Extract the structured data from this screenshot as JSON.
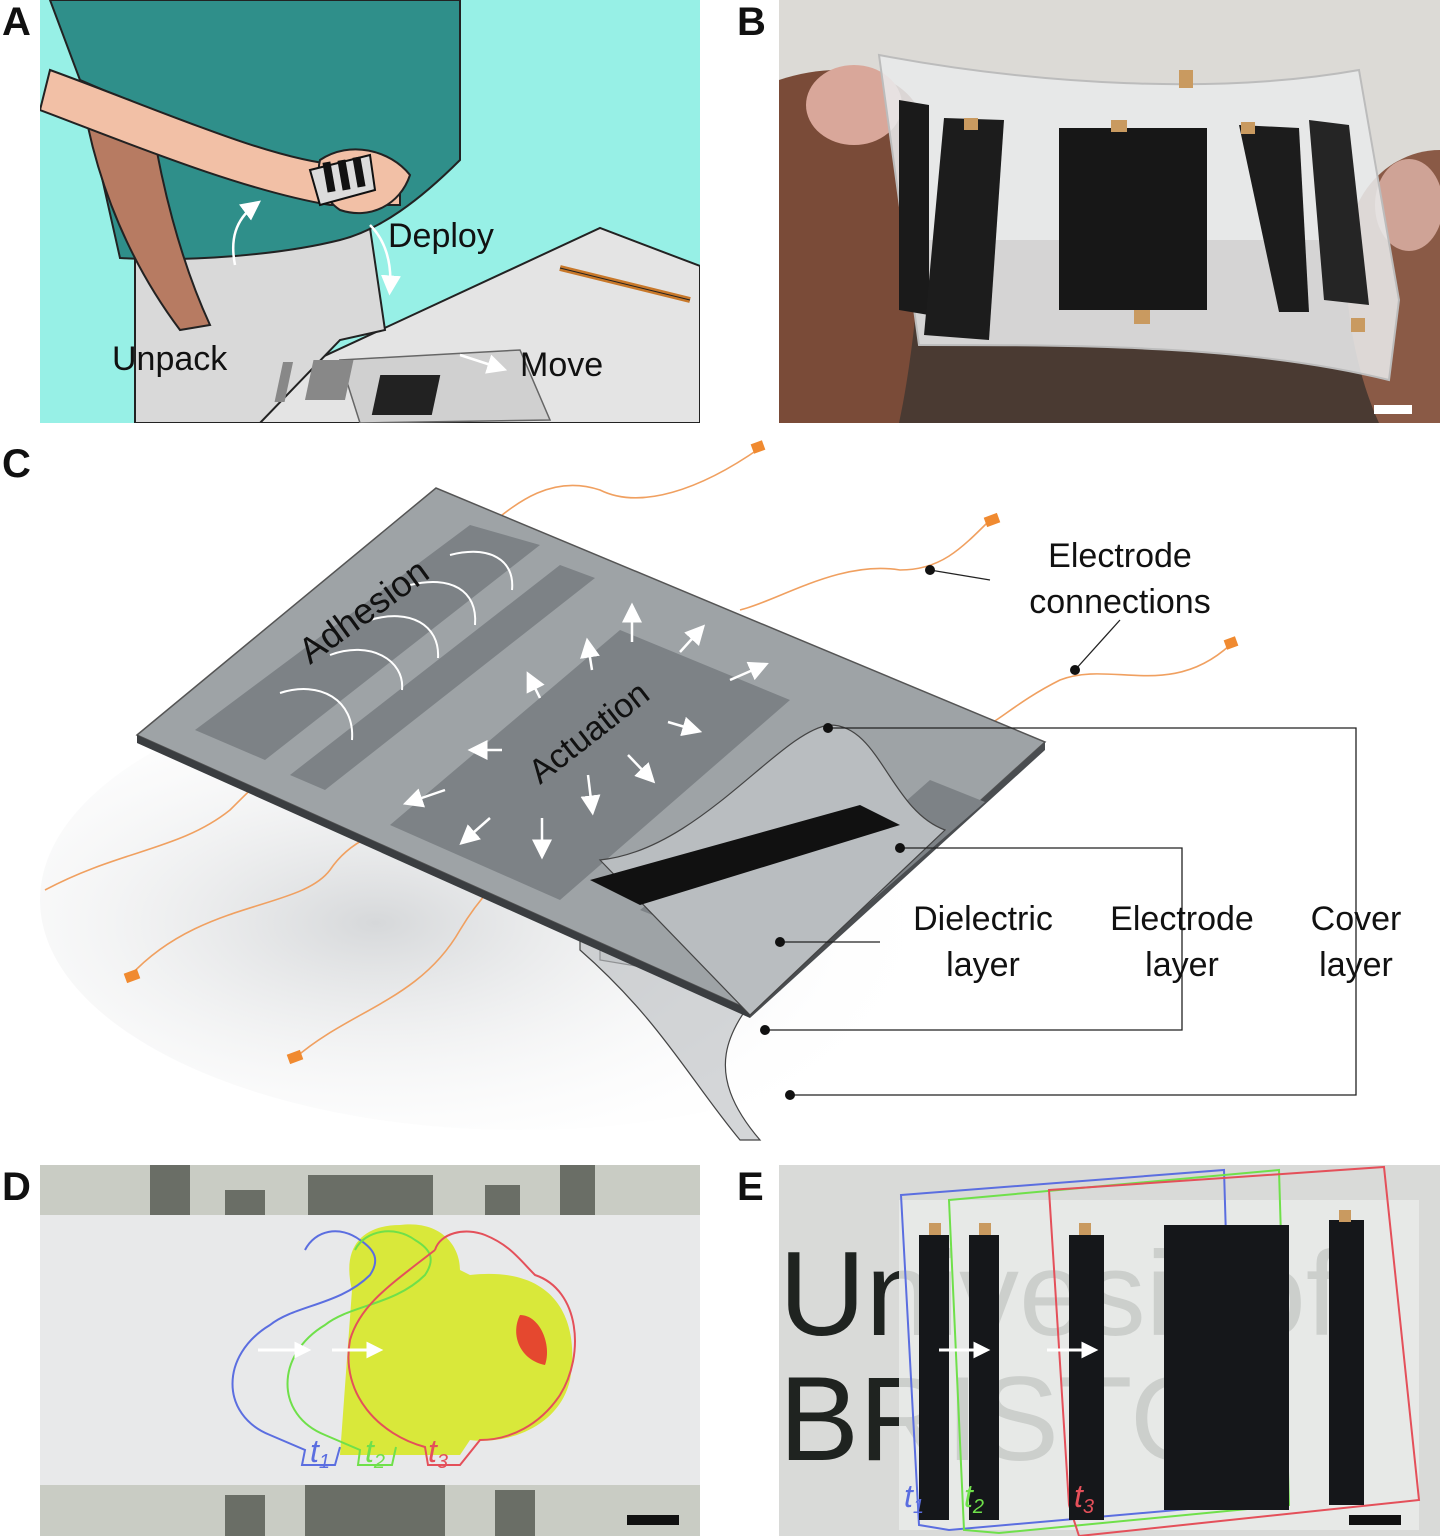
{
  "panels": {
    "a": {
      "letter": "A",
      "labels": {
        "deploy": "Deploy",
        "unpack": "Unpack",
        "move": "Move"
      }
    },
    "b": {
      "letter": "B"
    },
    "c": {
      "letter": "C",
      "labels": {
        "adhesion": "Adhesion",
        "actuation": "Actuation",
        "electrode_connections_1": "Electrode",
        "electrode_connections_2": "connections",
        "dielectric_1": "Dielectric",
        "dielectric_2": "layer",
        "electrode_1": "Electrode",
        "electrode_2": "layer",
        "cover_1": "Cover",
        "cover_2": "layer"
      }
    },
    "d": {
      "letter": "D",
      "times": [
        "t1",
        "t2",
        "t3"
      ]
    },
    "e": {
      "letter": "E",
      "times": [
        "t1",
        "t2",
        "t3"
      ],
      "background_text": {
        "line1": "Univesit of",
        "line2": "BRISTOL"
      }
    }
  },
  "colors": {
    "panel_a_bg": "#97f0e6",
    "t1": "#5b6ee0",
    "t2": "#6fe04a",
    "t3": "#e4505a",
    "wire": "#f0a060",
    "pad": "#f08a30"
  },
  "subscripts": {
    "s1": "1",
    "s2": "2",
    "s3": "3"
  }
}
